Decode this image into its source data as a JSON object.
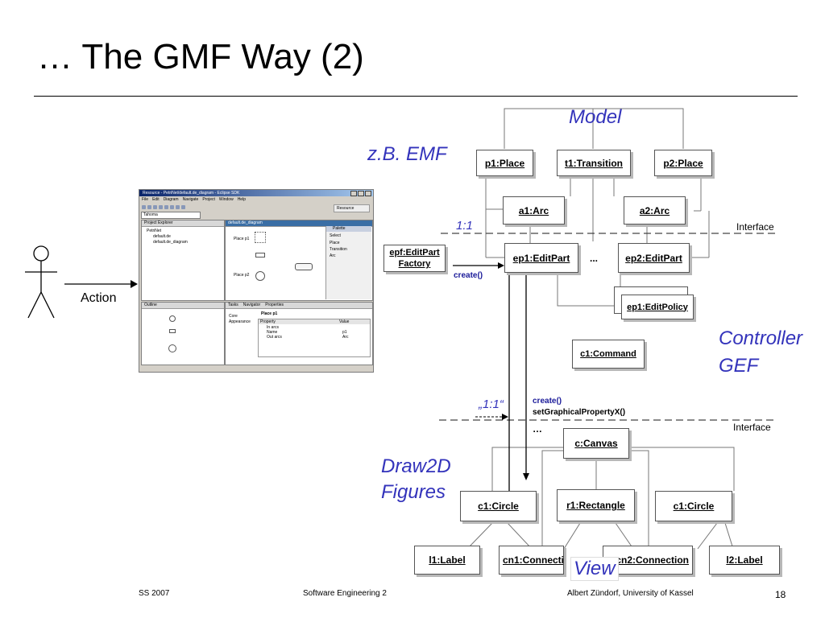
{
  "slide": {
    "title": "… The GMF Way (2)"
  },
  "eclipse": {
    "window_title": "Resource - PetriNet/default.de_diagram - Eclipse SDK",
    "menu": [
      "File",
      "Edit",
      "Diagram",
      "Navigate",
      "Project",
      "Window",
      "Help"
    ],
    "font_value": "Tahoma",
    "perspective": "Resource",
    "project_explorer_tab": "Project Explorer",
    "tree": [
      "PetriNet",
      "default.de",
      "default.de_diagram"
    ],
    "editor_tab": "default.de_diagram",
    "place_p1": "Place p1",
    "place_p2": "Place p2",
    "palette": {
      "title": "Palette",
      "items": [
        "Select",
        "Place",
        "Transition",
        "Arc"
      ]
    },
    "outline_tab": "Outline",
    "bottom_tabs": [
      "Tasks",
      "Navigator",
      "Properties"
    ],
    "props": {
      "header": "Place p1",
      "categories": [
        "Core",
        "Appearance"
      ],
      "col_property": "Property",
      "col_value": "Value",
      "rows": [
        {
          "property": "In arcs",
          "value": ""
        },
        {
          "property": "Name",
          "value": "p1"
        },
        {
          "property": "Out arcs",
          "value": "Arc"
        }
      ]
    }
  },
  "actor": {
    "action_label": "Action"
  },
  "mvc": {
    "labels": {
      "model": "Model",
      "emf": "z.B. EMF",
      "controller": "Controller",
      "gef": "GEF",
      "draw2d": "Draw2D",
      "figures": "Figures",
      "view": "View"
    },
    "interface_label": "Interface",
    "ratio_top": "1:1",
    "ratio_bottom": "„1:1“",
    "ellipsis": "...",
    "ellipsis2": "…",
    "create_label": "create()",
    "create_label2": "create()",
    "set_prop": "setGraphicalPropertyX()",
    "boxes": {
      "p1": "p1:Place",
      "t1": "t1:Transition",
      "p2": "p2:Place",
      "a1": "a1:Arc",
      "a2": "a2:Arc",
      "epf_line1": "epf:EditPart",
      "epf_line2": "Factory",
      "ep1": "ep1:EditPart",
      "ep2": "ep2:EditPart",
      "ep1_policy": "ep1:EditPolicy",
      "c1_command": "c1:Command",
      "canvas": "c:Canvas",
      "c1_circle_a": "c1:Circle",
      "r1": "r1:Rectangle",
      "c1_circle_b": "c1:Circle",
      "l1": "l1:Label",
      "cn1": "cn1:Connection",
      "cn2": "cn2:Connection",
      "l2": "l2:Label"
    }
  },
  "footer": {
    "left": "SS 2007",
    "center": "Software Engineering 2",
    "right": "Albert Zündorf, University of Kassel",
    "page": "18"
  }
}
